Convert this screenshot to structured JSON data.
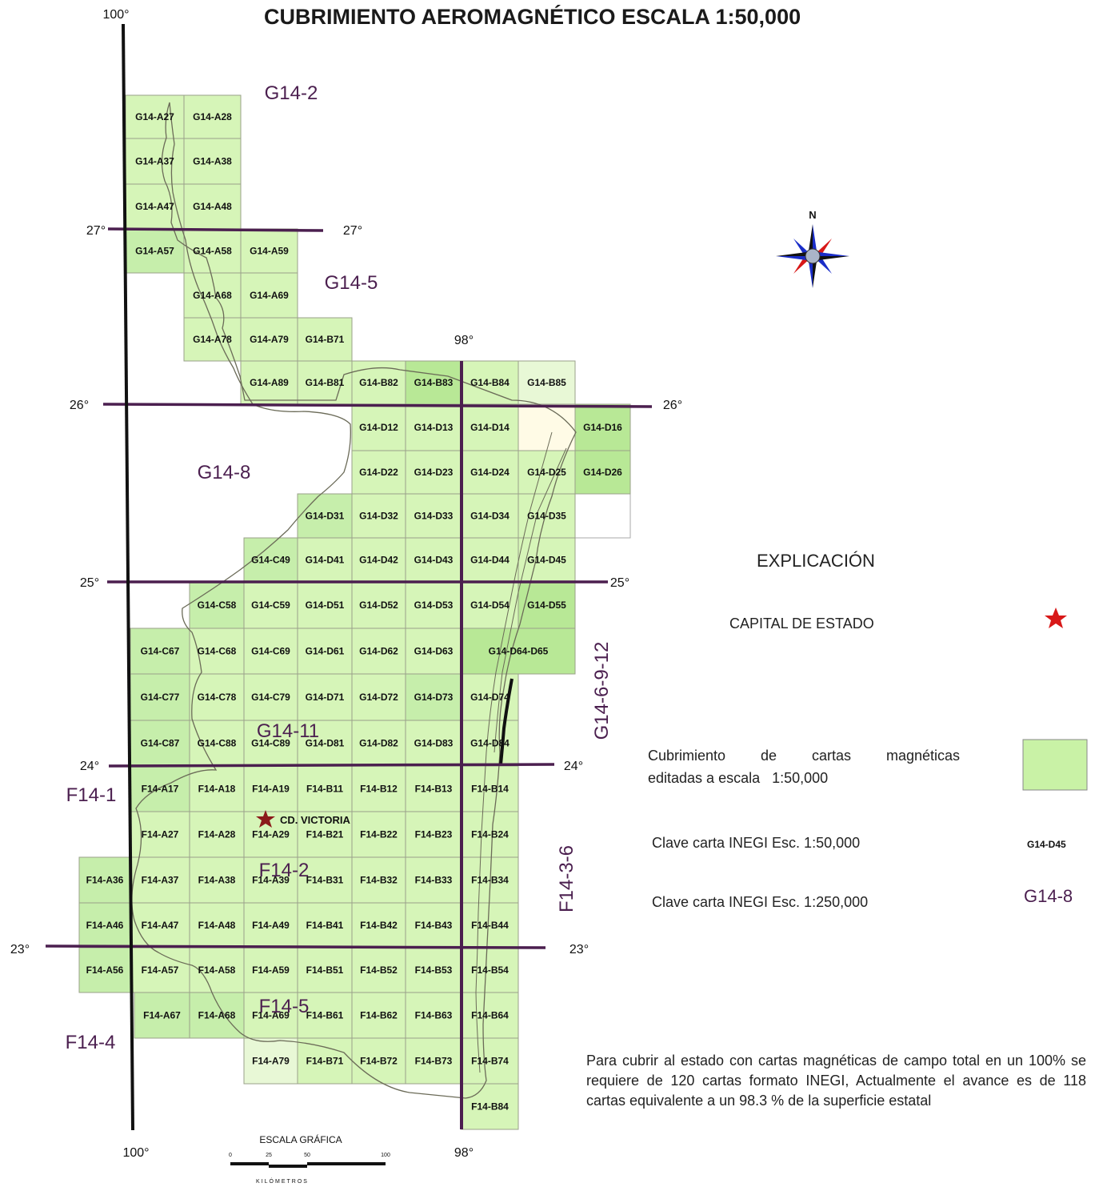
{
  "title": "CUBRIMIENTO AEROMAGNÉTICO ESCALA 1:50,000",
  "colors": {
    "sheet_fill": "#d6f5b8",
    "sheet_fill_alt": "#c6eeab",
    "sheet_fill_strong": "#b8e896",
    "sheet_fill_pale": "#e8f8d6",
    "sheet_uncovered": "#fffbe6",
    "sheet_border": "#9aa08a",
    "state_outline": "#6b6b58",
    "grid_line": "#4b1f4f",
    "label_250k": "#4b1f4f",
    "capital_star": "#d81818",
    "meridian": "#111111"
  },
  "graticule": {
    "lat_labels_left": [
      "27°",
      "26°",
      "25°",
      "24°",
      "23°"
    ],
    "lat_labels_right": [
      "27°",
      "26°",
      "25°",
      "24°",
      "23°"
    ],
    "lon_labels": [
      "100°",
      "98°",
      "100°",
      "98°"
    ]
  },
  "sheets_250k": [
    "G14-2",
    "G14-5",
    "G14-8",
    "G14-11",
    "G14-6-9-12",
    "F14-1",
    "F14-2",
    "F14-3-6",
    "F14-4",
    "F14-5"
  ],
  "sheets": [
    "G14-A27",
    "G14-A28",
    "G14-A37",
    "G14-A38",
    "G14-A47",
    "G14-A48",
    "G14-A57",
    "G14-A58",
    "G14-A59",
    "G14-A68",
    "G14-A69",
    "G14-A78",
    "G14-A79",
    "G14-B71",
    "G14-A89",
    "G14-B81",
    "G14-B82",
    "G14-B83",
    "G14-B84",
    "G14-B85",
    "G14-D12",
    "G14-D13",
    "G14-D14",
    "G14-D16",
    "G14-D22",
    "G14-D23",
    "G14-D24",
    "G14-D25",
    "G14-D26",
    "G14-D31",
    "G14-D32",
    "G14-D33",
    "G14-D34",
    "G14-D35",
    "G14-C49",
    "G14-D41",
    "G14-D42",
    "G14-D43",
    "G14-D44",
    "G14-D45",
    "G14-C58",
    "G14-C59",
    "G14-D51",
    "G14-D52",
    "G14-D53",
    "G14-D54",
    "G14-D55",
    "G14-C67",
    "G14-C68",
    "G14-C69",
    "G14-D61",
    "G14-D62",
    "G14-D63",
    "G14-D64-D65",
    "G14-C77",
    "G14-C78",
    "G14-C79",
    "G14-D71",
    "G14-D72",
    "G14-D73",
    "G14-D74",
    "G14-C87",
    "G14-C88",
    "G14-C89",
    "G14-D81",
    "G14-D82",
    "G14-D83",
    "G14-D84",
    "F14-A17",
    "F14-A18",
    "F14-A19",
    "F14-B11",
    "F14-B12",
    "F14-B13",
    "F14-B14",
    "F14-A27",
    "F14-A28",
    "F14-A29",
    "F14-B21",
    "F14-B22",
    "F14-B23",
    "F14-B24",
    "F14-A36",
    "F14-A37",
    "F14-A38",
    "F14-A39",
    "F14-B31",
    "F14-B32",
    "F14-B33",
    "F14-B34",
    "F14-A46",
    "F14-A47",
    "F14-A48",
    "F14-A49",
    "F14-B41",
    "F14-B42",
    "F14-B43",
    "F14-B44",
    "F14-A56",
    "F14-A57",
    "F14-A58",
    "F14-A59",
    "F14-B51",
    "F14-B52",
    "F14-B53",
    "F14-B54",
    "F14-A67",
    "F14-A68",
    "F14-A69",
    "F14-B61",
    "F14-B62",
    "F14-B63",
    "F14-B64",
    "F14-A79",
    "F14-B71",
    "F14-B72",
    "F14-B73",
    "F14-B74",
    "F14-B84"
  ],
  "capital_label": "CD. VICTORIA",
  "compass": {
    "north": "N"
  },
  "scale": {
    "title": "ESCALA  GRÁFICA",
    "ticks": [
      "0",
      "25",
      "50",
      "100"
    ],
    "unit": "KILÓMETROS"
  },
  "legend": {
    "heading": "EXPLICACIÓN",
    "capital": "CAPITAL DE ESTADO",
    "coverage_line1": "Cubrimiento  de  cartas  magnéticas",
    "coverage_line2": "editadas a escala   1:50,000",
    "key50k": "Clave carta INEGI Esc. 1:50,000",
    "key50k_example": "G14-D45",
    "key250k": "Clave carta INEGI Esc. 1:250,000",
    "key250k_example": "G14-8"
  },
  "note": "Para cubrir al estado con cartas magnéticas de campo total en un 100% se requiere de 120 cartas formato INEGI, Actualmente el avance es de 118 cartas equivalente a un 98.3 % de la superficie estatal"
}
